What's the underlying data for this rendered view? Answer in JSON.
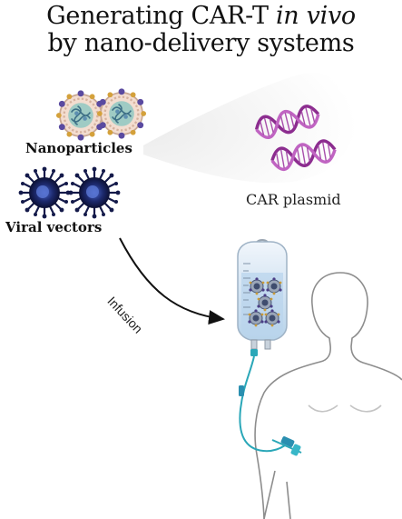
{
  "title": {
    "line1_prefix": "Generating CAR-T ",
    "line1_italic": "in vivo",
    "line2": "by nano-delivery systems"
  },
  "labels": {
    "nanoparticles": "Nanoparticles",
    "viral_vectors": "Viral vectors",
    "car_plasmid": "CAR plasmid",
    "infusion": "Infusion"
  },
  "colors": {
    "text": "#111111",
    "virus_body": "#141a4a",
    "virus_core": "#3e57b8",
    "nanoparticle_shell": "#e2c4b0",
    "nanoparticle_core": "#7fb8b4",
    "plasmid": "#9e3fa0",
    "bag_fluid": "#bfd9ee",
    "tube": "#2aa7b8",
    "body_outline": "#8a8a8a"
  },
  "icons": [
    "nanoparticle-icon",
    "viral-vector-icon",
    "dna-helix-icon",
    "iv-bag-icon",
    "human-body-icon",
    "arrow-icon"
  ]
}
